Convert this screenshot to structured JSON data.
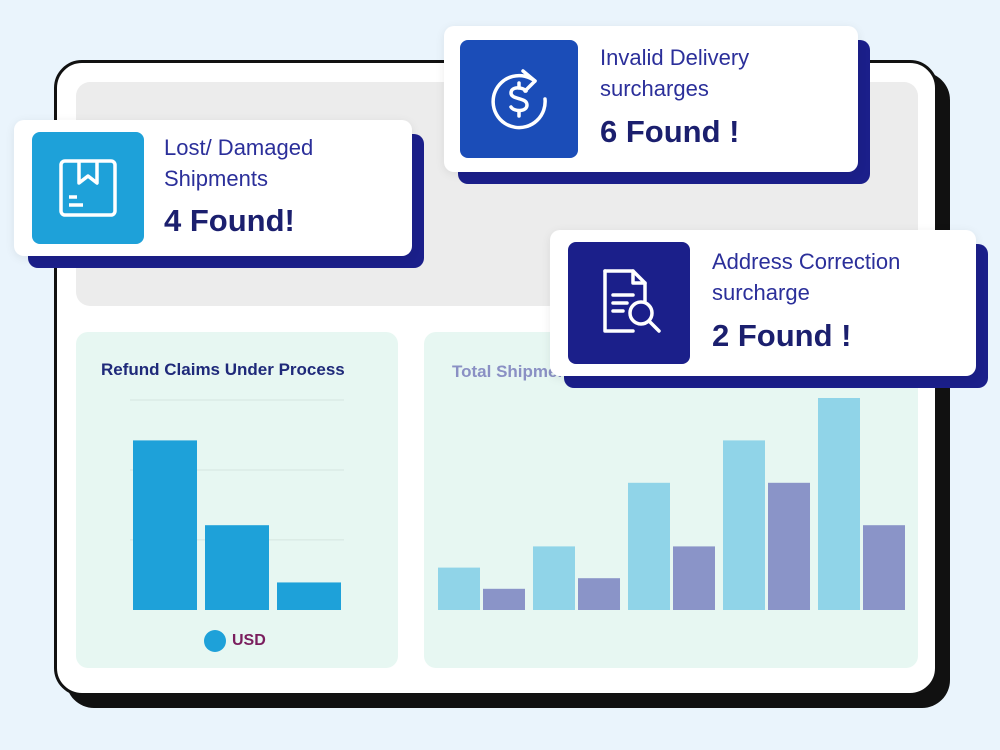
{
  "cards": [
    {
      "id": "lost",
      "label_line1": "Lost/ Damaged",
      "label_line2": "Shipments",
      "count": "4 Found!",
      "icon": "package-icon",
      "icon_color": "#1EA1D9"
    },
    {
      "id": "invalid",
      "label_line1": "Invalid Delivery",
      "label_line2": "surcharges",
      "count": "6 Found !",
      "icon": "dollar-refresh-icon",
      "icon_color": "#1B4DB8"
    },
    {
      "id": "address",
      "label_line1": "Address Correction",
      "label_line2": "surcharge",
      "count": "2 Found !",
      "icon": "document-search-icon",
      "icon_color": "#1B1F8A"
    }
  ],
  "refund_panel": {
    "title": "Refund Claims Under Process",
    "legend_label": "USD",
    "legend_color": "#1EA1D9"
  },
  "shipments_panel": {
    "title": "Total Shipments"
  },
  "chart_data": [
    {
      "type": "bar",
      "title": "Refund Claims Under Process",
      "categories": [
        "",
        "",
        ""
      ],
      "series": [
        {
          "name": "USD",
          "values": [
            80,
            40,
            13
          ]
        }
      ],
      "ylim": [
        0,
        100
      ],
      "grid": true,
      "legend": "bottom",
      "color": "#1EA1D9"
    },
    {
      "type": "bar",
      "title": "Total Shipments",
      "categories": [
        "",
        "",
        "",
        "",
        ""
      ],
      "series": [
        {
          "values": [
            20,
            30,
            60,
            80,
            100
          ]
        },
        {
          "values": [
            10,
            15,
            30,
            60,
            40
          ]
        }
      ],
      "ylim": [
        0,
        100
      ],
      "colors": [
        "#90D4E8",
        "#8A94C8"
      ]
    }
  ]
}
